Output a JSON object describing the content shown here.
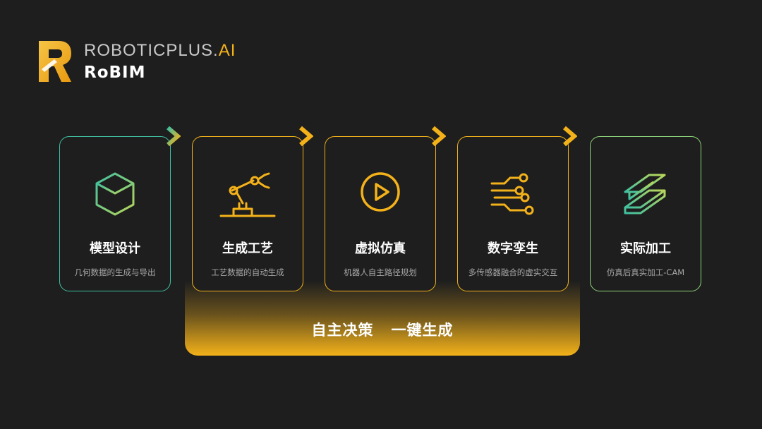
{
  "brand": {
    "name_main": "ROBOTICPLUS.",
    "name_ai": "AI",
    "product": "RoBIM"
  },
  "cards": [
    {
      "title": "模型设计",
      "desc": "几何数据的生成与导出",
      "icon": "cube-icon"
    },
    {
      "title": "生成工艺",
      "desc": "工艺数据的自动生成",
      "icon": "robot-arm-icon"
    },
    {
      "title": "虚拟仿真",
      "desc": "机器人自主路径规划",
      "icon": "play-icon"
    },
    {
      "title": "数字孪生",
      "desc": "多传感器融合的虚实交互",
      "icon": "circuit-icon"
    },
    {
      "title": "实际加工",
      "desc": "仿真后真实加工-CAM",
      "icon": "steel-beam-icon"
    }
  ],
  "highlight": {
    "label": "自主决策   一键生成"
  },
  "colors": {
    "background": "#1e1e1e",
    "accent": "#f4b21a",
    "green": "#3fc0a0",
    "light_green": "#8ed67a"
  }
}
